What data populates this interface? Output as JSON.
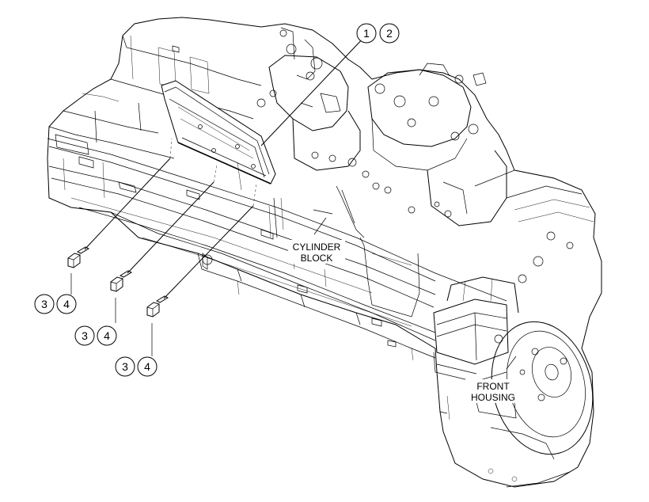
{
  "labels": {
    "cylinder_block": [
      "CYLINDER",
      "BLOCK"
    ],
    "front_housing": [
      "FRONT",
      "HOUSING"
    ]
  },
  "callouts": {
    "top": [
      "1",
      "2"
    ],
    "bolt_a": [
      "3",
      "4"
    ],
    "bolt_b": [
      "3",
      "4"
    ],
    "bolt_c": [
      "3",
      "4"
    ]
  }
}
